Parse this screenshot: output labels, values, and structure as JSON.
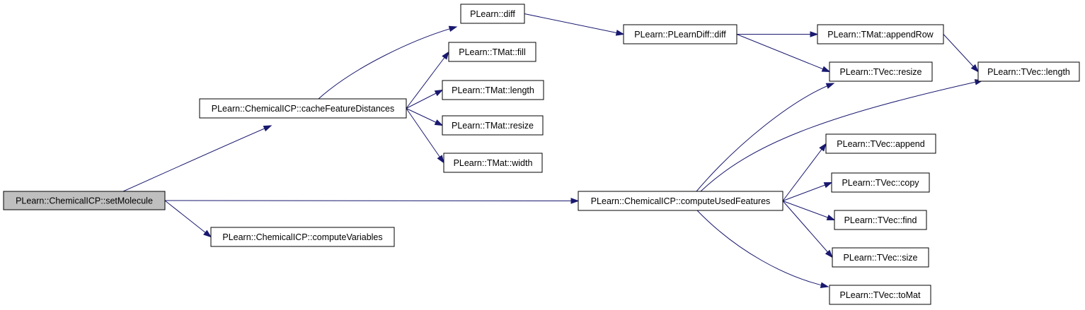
{
  "diagram": {
    "edge_color": "#191970",
    "root_fill": "#bfbfbf",
    "nodes": [
      {
        "id": "setMolecule",
        "label": "PLearn::ChemicalICP::setMolecule",
        "highlighted": true
      },
      {
        "id": "cacheFeatureDistances",
        "label": "PLearn::ChemicalICP::cacheFeatureDistances"
      },
      {
        "id": "computeUsedFeatures",
        "label": "PLearn::ChemicalICP::computeUsedFeatures"
      },
      {
        "id": "computeVariables",
        "label": "PLearn::ChemicalICP::computeVariables"
      },
      {
        "id": "diff",
        "label": "PLearn::diff"
      },
      {
        "id": "fill",
        "label": "PLearn::TMat::fill"
      },
      {
        "id": "tmatLength",
        "label": "PLearn::TMat::length"
      },
      {
        "id": "tmatResize",
        "label": "PLearn::TMat::resize"
      },
      {
        "id": "tmatWidth",
        "label": "PLearn::TMat::width"
      },
      {
        "id": "plearnDiff",
        "label": "PLearn::PLearnDiff::diff"
      },
      {
        "id": "appendRow",
        "label": "PLearn::TMat::appendRow"
      },
      {
        "id": "tvecResize",
        "label": "PLearn::TVec::resize"
      },
      {
        "id": "tvecLength",
        "label": "PLearn::TVec::length"
      },
      {
        "id": "tvecAppend",
        "label": "PLearn::TVec::append"
      },
      {
        "id": "tvecCopy",
        "label": "PLearn::TVec::copy"
      },
      {
        "id": "tvecFind",
        "label": "PLearn::TVec::find"
      },
      {
        "id": "tvecSize",
        "label": "PLearn::TVec::size"
      },
      {
        "id": "tvecToMat",
        "label": "PLearn::TVec::toMat"
      }
    ],
    "edges": [
      {
        "from": "setMolecule",
        "to": "cacheFeatureDistances"
      },
      {
        "from": "setMolecule",
        "to": "computeUsedFeatures"
      },
      {
        "from": "setMolecule",
        "to": "computeVariables"
      },
      {
        "from": "cacheFeatureDistances",
        "to": "diff"
      },
      {
        "from": "cacheFeatureDistances",
        "to": "fill"
      },
      {
        "from": "cacheFeatureDistances",
        "to": "tmatLength"
      },
      {
        "from": "cacheFeatureDistances",
        "to": "tmatResize"
      },
      {
        "from": "cacheFeatureDistances",
        "to": "tmatWidth"
      },
      {
        "from": "diff",
        "to": "plearnDiff"
      },
      {
        "from": "plearnDiff",
        "to": "appendRow"
      },
      {
        "from": "plearnDiff",
        "to": "tvecResize"
      },
      {
        "from": "appendRow",
        "to": "tvecLength"
      },
      {
        "from": "computeUsedFeatures",
        "to": "tvecResize"
      },
      {
        "from": "computeUsedFeatures",
        "to": "tvecLength"
      },
      {
        "from": "computeUsedFeatures",
        "to": "tvecAppend"
      },
      {
        "from": "computeUsedFeatures",
        "to": "tvecCopy"
      },
      {
        "from": "computeUsedFeatures",
        "to": "tvecFind"
      },
      {
        "from": "computeUsedFeatures",
        "to": "tvecSize"
      },
      {
        "from": "computeUsedFeatures",
        "to": "tvecToMat"
      }
    ]
  }
}
